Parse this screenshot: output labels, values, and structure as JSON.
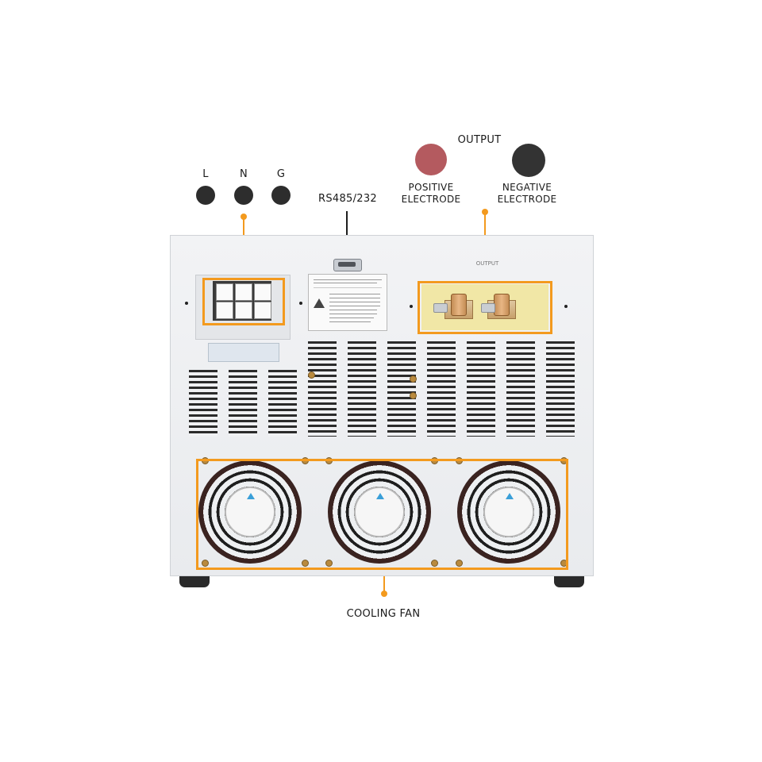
{
  "labels": {
    "line": "L",
    "neutral": "N",
    "ground": "G",
    "comm_port": "RS485/232",
    "output": "OUTPUT",
    "positive_line1": "POSITIVE",
    "positive_line2": "ELECTRODE",
    "negative_line1": "NEGATIVE",
    "negative_line2": "ELECTRODE",
    "cooling_fan": "COOLING FAN",
    "panel_output": "OUTPUT"
  },
  "colors": {
    "highlight": "#f39a1e",
    "input_terminal_dot": "#2d2d2d",
    "positive_dot": "#b45a5f",
    "negative_dot": "#333333"
  },
  "icons": [
    "line-terminal-dot",
    "neutral-terminal-dot",
    "ground-terminal-dot",
    "positive-electrode-dot",
    "negative-electrode-dot",
    "db9-connector-icon",
    "warning-triangle-icon",
    "cooling-fan-icon"
  ]
}
